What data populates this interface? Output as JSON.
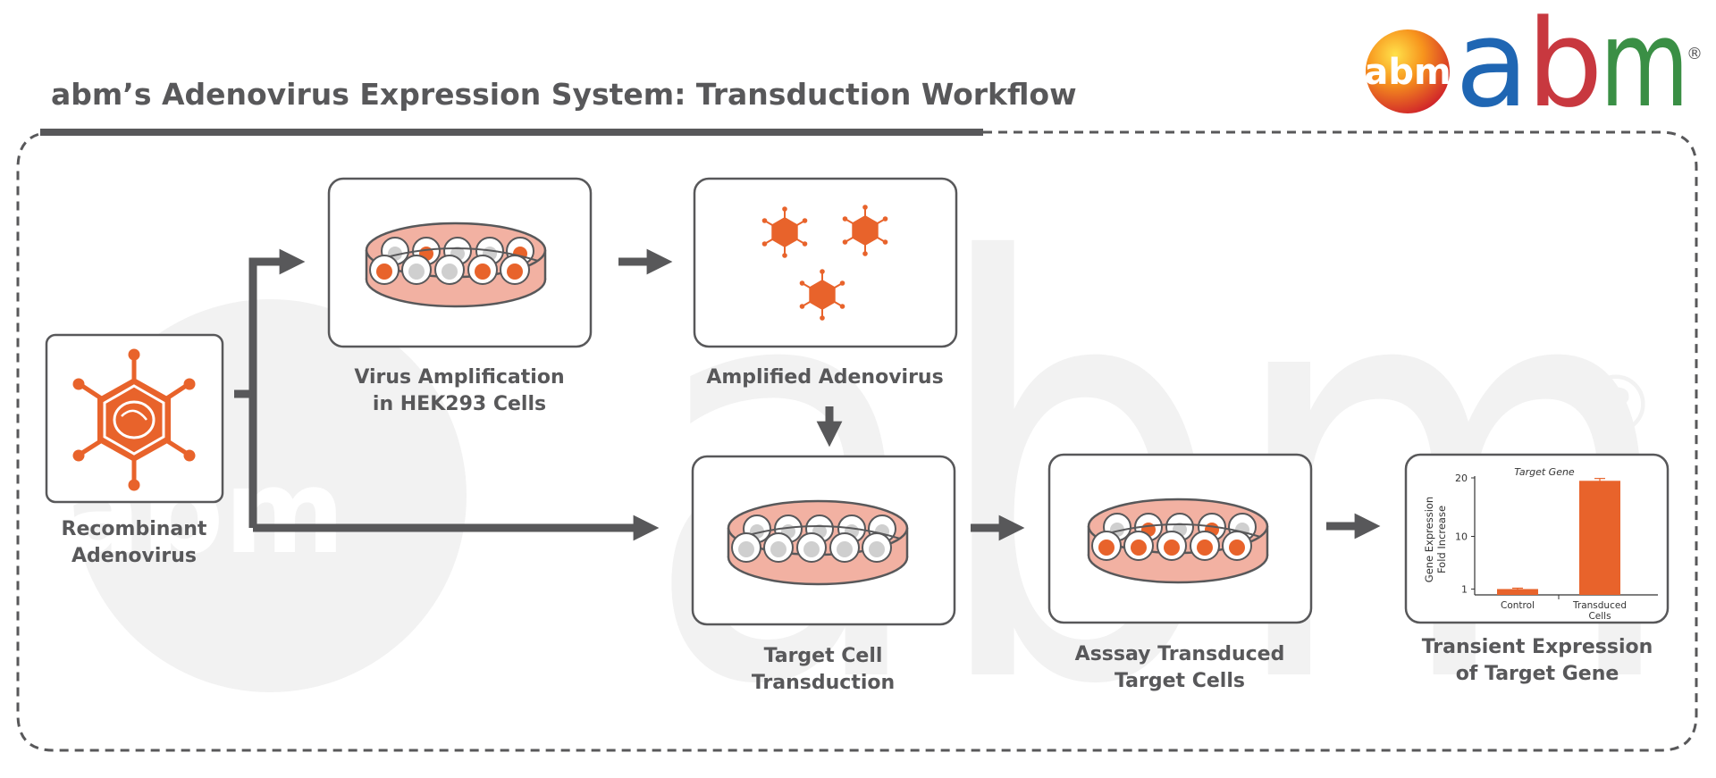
{
  "header": {
    "title": "abm’s Adenovirus Expression System: Transduction Workflow"
  },
  "logo": {
    "badge_text": "abm",
    "wordmark": "abm",
    "registered": "®"
  },
  "watermark": {
    "text": "abm",
    "registered": "®"
  },
  "steps": {
    "recombinant": {
      "line1": "Recombinant",
      "line2": "Adenovirus"
    },
    "amplification": {
      "line1": "Virus Amplification",
      "line2": "in HEK293 Cells"
    },
    "amplified": {
      "line1": "Amplified Adenovirus"
    },
    "transduction": {
      "line1": "Target Cell",
      "line2": "Transduction"
    },
    "assay": {
      "line1": "Asssay Transduced",
      "line2": "Target Cells"
    },
    "expression": {
      "line1": "Transient Expression",
      "line2": "of Target Gene"
    }
  },
  "chart_data": {
    "type": "bar",
    "title": "Target Gene",
    "ylabel_line1": "Gene Expression",
    "ylabel_line2": "Fold Increase",
    "categories": [
      "Control",
      "Transduced Cells"
    ],
    "category_labels": [
      [
        "Control"
      ],
      [
        "Transduced",
        "Cells"
      ]
    ],
    "values": [
      1,
      19.5
    ],
    "errors": [
      0.15,
      0.4
    ],
    "ylim": [
      0,
      20
    ],
    "yticks": [
      1,
      10,
      20
    ],
    "bar_colors": [
      "#e8632b",
      "#e8632b"
    ]
  },
  "colors": {
    "accent": "#e8632b",
    "dish_fill": "#f2b1a2",
    "text": "#58585a",
    "watermark": "#f2f2f2",
    "logo_blue": "#1f66b3",
    "logo_red": "#c8383f",
    "logo_green": "#3a8f45"
  }
}
